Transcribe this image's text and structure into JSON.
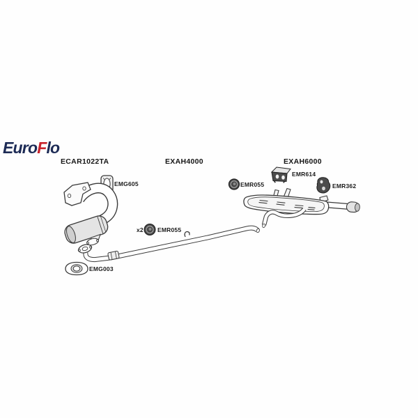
{
  "logo": {
    "euro": "Euro",
    "f": "F",
    "lo": "lo"
  },
  "assemblies": {
    "catalytic_converter": {
      "label": "ECAR1022TA"
    },
    "front_pipe": {
      "label": "EXAH4000"
    },
    "rear_silencer": {
      "label": "EXAH6000"
    }
  },
  "fittings": {
    "emg605": {
      "label": "EMG605"
    },
    "emr614": {
      "label": "EMR614"
    },
    "emr055_rear": {
      "label": "EMR055"
    },
    "emr362": {
      "label": "EMR362"
    },
    "emr055_mid": {
      "label": "EMR055",
      "qty": "x2"
    },
    "emg003": {
      "label": "EMG003"
    }
  },
  "colors": {
    "logo_navy": "#1d2b56",
    "logo_red": "#c8232c",
    "line": "#3a3a3a",
    "mount_dark": "#464646",
    "shade": "#e4e4e4"
  }
}
